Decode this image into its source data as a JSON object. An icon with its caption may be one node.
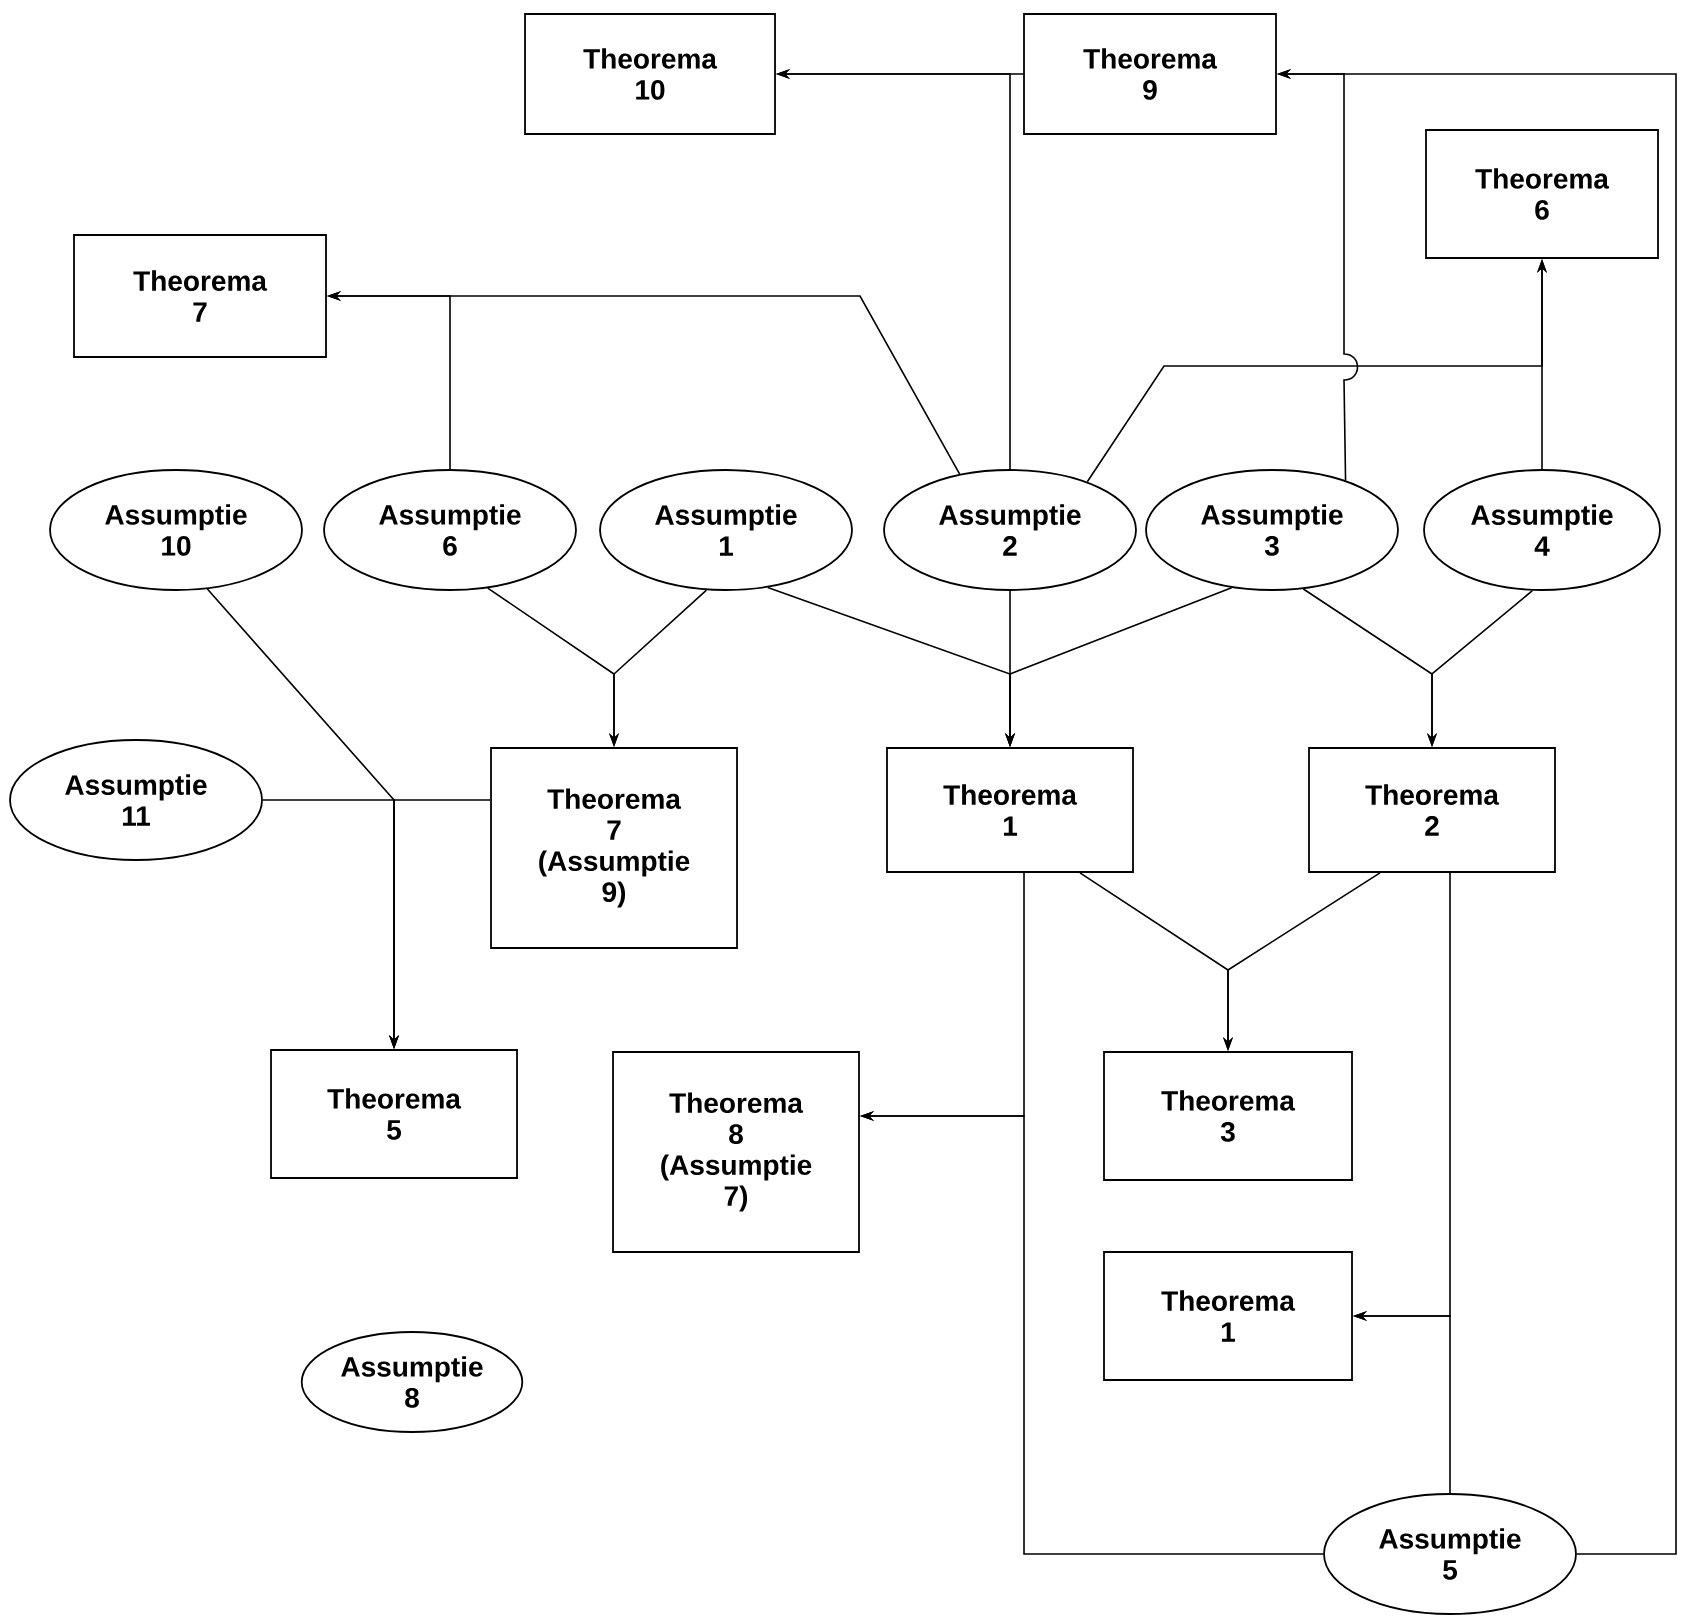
{
  "diagram": {
    "nodes": [
      {
        "text": [
          "Theorema 10"
        ]
      },
      {
        "text": [
          "Theorema 9"
        ]
      },
      {
        "text": [
          "Theorema 6"
        ]
      },
      {
        "text": [
          "Theorema 7"
        ]
      },
      {
        "text": [
          "Assumptie 10"
        ]
      },
      {
        "text": [
          "Assumptie 6"
        ]
      },
      {
        "text": [
          "Assumptie 1"
        ]
      },
      {
        "text": [
          "Assumptie 2"
        ]
      },
      {
        "text": [
          "Assumptie 3"
        ]
      },
      {
        "text": [
          "Assumptie 4"
        ]
      },
      {
        "text": [
          "Assumptie 11"
        ]
      },
      {
        "text": [
          "Theorema 7 (Assumptie 9)"
        ]
      },
      {
        "text": [
          "Theorema 1"
        ]
      },
      {
        "text": [
          "Theorema 2"
        ]
      },
      {
        "text": [
          "Theorema 5"
        ]
      },
      {
        "text": [
          "Theorema 8 (Assumptie 7)"
        ]
      },
      {
        "text": [
          "Theorema 3"
        ]
      },
      {
        "text": [
          "Theorema 1"
        ]
      },
      {
        "text": [
          "Assumptie 8"
        ]
      },
      {
        "text": [
          "Assumptie 5"
        ]
      }
    ],
    "edges": [
      {
        "from": 7,
        "to": 0,
        "arrow": "to"
      },
      {
        "from": 1,
        "to": 0,
        "arrow": "to"
      },
      {
        "from": 19,
        "to": 1,
        "arrow": "to"
      },
      {
        "from": 8,
        "to": 1,
        "arrow": "to"
      },
      {
        "from": 9,
        "to": 2,
        "arrow": "to"
      },
      {
        "from": 7,
        "to": 2,
        "arrow": "to"
      },
      {
        "from": 5,
        "to": 3,
        "arrow": "to"
      },
      {
        "from": 7,
        "to": 3,
        "arrow": "to"
      },
      {
        "from": 5,
        "to": 11,
        "arrow": "to"
      },
      {
        "from": 6,
        "to": 11,
        "arrow": "to"
      },
      {
        "from": 6,
        "to": 12,
        "arrow": "to"
      },
      {
        "from": 7,
        "to": 12,
        "arrow": "to"
      },
      {
        "from": 8,
        "to": 12,
        "arrow": "to"
      },
      {
        "from": 8,
        "to": 13,
        "arrow": "to"
      },
      {
        "from": 9,
        "to": 13,
        "arrow": "to"
      },
      {
        "from": 4,
        "to": 14,
        "arrow": "to"
      },
      {
        "from": 10,
        "to": 14,
        "arrow": "to"
      },
      {
        "from": 11,
        "to": 14,
        "arrow": "to"
      },
      {
        "from": 12,
        "to": 16,
        "arrow": "to"
      },
      {
        "from": 13,
        "to": 16,
        "arrow": "to"
      },
      {
        "from": 12,
        "to": 15,
        "arrow": "to"
      },
      {
        "from": 19,
        "to": 15,
        "arrow": "to"
      },
      {
        "from": 13,
        "to": 17,
        "arrow": "to"
      },
      {
        "from": 19,
        "to": 17,
        "arrow": "to"
      }
    ]
  }
}
